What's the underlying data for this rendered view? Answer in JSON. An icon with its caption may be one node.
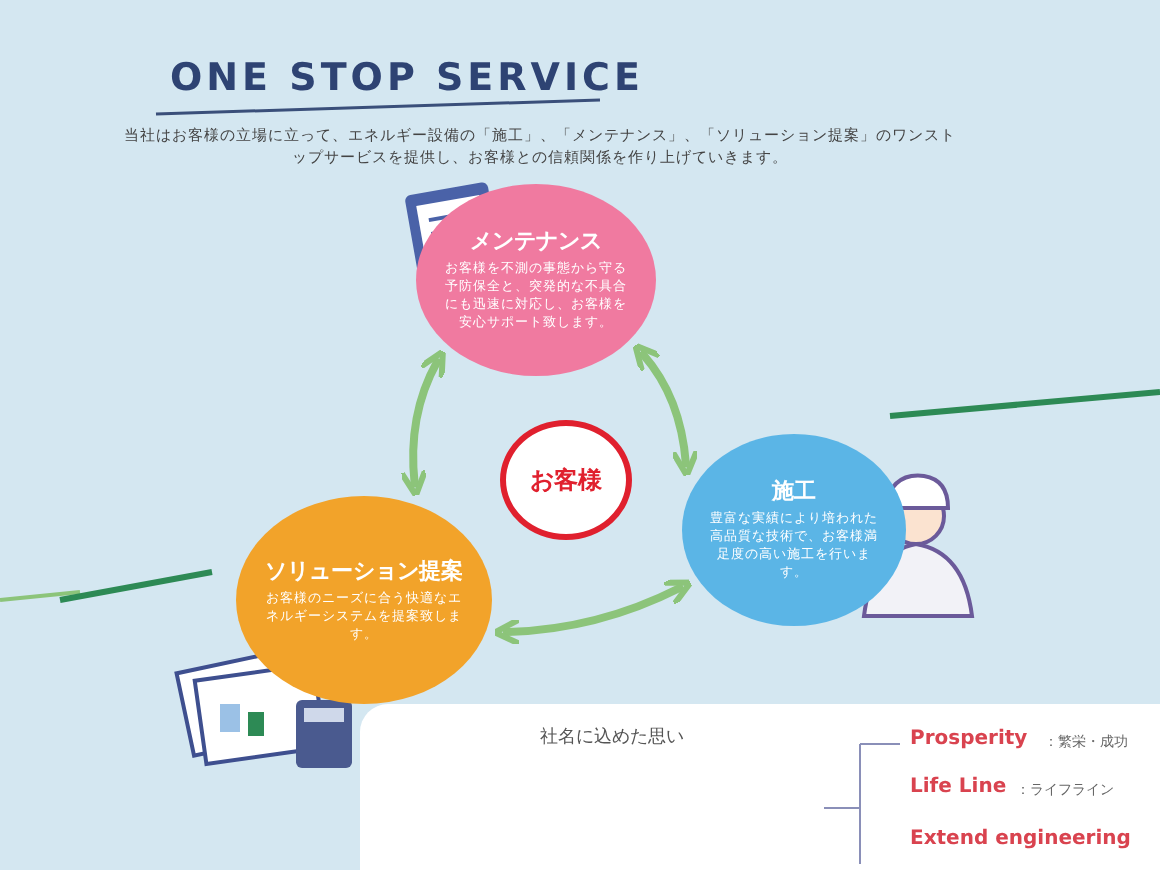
{
  "diagram": {
    "title": "ONE STOP SERVICE",
    "nodes": [
      {
        "text": [
          "メンテナンス",
          "お客様を不測の事態から守る予防保全と、突発的な不具合にも迅速に対応し、お客様を安心サポート致します。"
        ]
      },
      {
        "text": [
          "施工",
          "豊富な実績により培われた高品質な技術で、お客様満足度の高い施工を行います。"
        ]
      },
      {
        "text": [
          "ソリューション提案",
          "お客様のニーズに合う快適なエネルギーシステムを提案致します。"
        ]
      },
      {
        "text": [
          "お客様"
        ]
      }
    ],
    "edges": [
      {
        "from": 0,
        "to": 1,
        "arrow": "both"
      },
      {
        "from": 1,
        "to": 2,
        "arrow": "both"
      },
      {
        "from": 2,
        "to": 0,
        "arrow": "both"
      }
    ],
    "labels": [
      "当社はお客様の立場に立って、エネルギー設備の「施工」、「メンテナンス」、「ソリューション提案」のワンストップサービスを提供し、お客様との信頼関係を作り上げていきます。",
      "社名に込めた思い",
      "Prosperity",
      "：繁栄・成功",
      "Life Line",
      "：ライフライン",
      "Extend engineering"
    ]
  }
}
